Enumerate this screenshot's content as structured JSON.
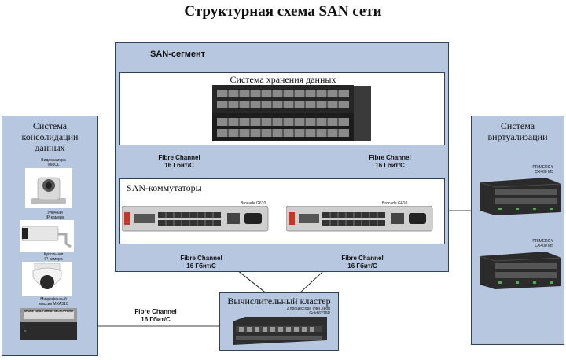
{
  "title": "Структурная схема SAN сети",
  "san_segment": {
    "label": "SAN-сегмент",
    "storage_title": "Система хранения данных",
    "switches_title": "SAN-коммутаторы",
    "switch_left_label": "Brocade G610",
    "switch_right_label": "Brocade G610"
  },
  "consolidation": {
    "title": "Система\nконсолидации\nданных",
    "devices": [
      {
        "label": "Видеокамера\nV60CL"
      },
      {
        "label": "Уличная\nIP-камера"
      },
      {
        "label": "Купольная\nIP-камера"
      },
      {
        "label": "Микрофонный\nмассив MXA310"
      }
    ],
    "mic_text": "SHURE TABLE ARRAY MICROPHONE"
  },
  "virtualization": {
    "title": "Система\nвиртуализации",
    "server1_label": "PRIMERGY\nCX400 M5",
    "server2_label": "PRIMERGY\nCX400 M5"
  },
  "cluster": {
    "title": "Вычислительный кластер",
    "cpu_label": "2 процессора Intel Xeon\nGold 6226R"
  },
  "links": {
    "storage_left": "Fibre Channel\n16 Гбит/С",
    "storage_right": "Fibre Channel\n16 Гбит/С",
    "switch_left": "Fibre Channel\n16 Гбит/С",
    "switch_right": "Fibre Channel\n16 Гбит/С",
    "consolidation": "Fibre Channel\n16 Гбит/С"
  }
}
